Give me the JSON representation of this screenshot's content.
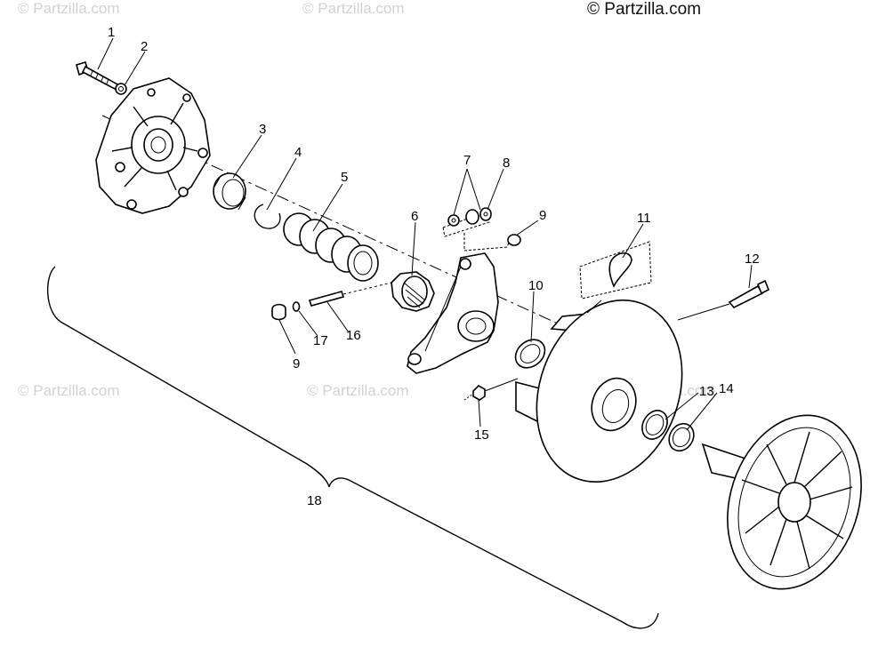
{
  "watermarks": {
    "main": "© Partzilla.com",
    "faint": [
      "© Partzilla.com",
      "© Partzilla.com",
      "© Partzilla.com",
      "© Partzilla.com",
      "© Partzilla.com"
    ]
  },
  "callouts": [
    "1",
    "2",
    "3",
    "4",
    "5",
    "6",
    "7",
    "8",
    "9",
    "10",
    "11",
    "12",
    "13",
    "14",
    "15",
    "16",
    "17",
    "9",
    "18"
  ]
}
